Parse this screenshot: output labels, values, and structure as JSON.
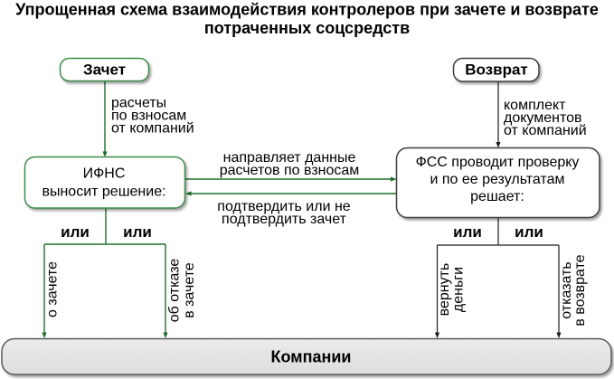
{
  "title": {
    "lines": [
      "Упрощенная схема взаимодействия контролеров при зачете и возврате",
      "потраченных соцсредств"
    ]
  },
  "colors": {
    "text": "#000000",
    "zachet_box_stroke": "#3d8c48",
    "zachet_line": "#1e6e2a",
    "vozvrat_box_stroke": "#3f3f3f",
    "vozvrat_line": "#1c1c1c",
    "companies_fill_top": "#ebebed",
    "companies_fill_bottom": "#dedee1",
    "companies_stroke": "#5a5a5a"
  },
  "nodes": {
    "zachet": {
      "label": "Зачет"
    },
    "vozvrat": {
      "label": "Возврат"
    },
    "ifns": {
      "lines": [
        "ИФНС",
        "выносит решение:"
      ]
    },
    "fss": {
      "lines": [
        "ФСС проводит проверку",
        "и по ее результатам",
        "решает:"
      ]
    },
    "companies": {
      "label": "Компании"
    }
  },
  "edges": {
    "zachet_to_ifns": {
      "label_lines": [
        "расчеты",
        "по взносам",
        "от компаний"
      ]
    },
    "vozvrat_to_fss": {
      "label_lines": [
        "комплект",
        "документов",
        "от компаний"
      ]
    },
    "ifns_to_fss": {
      "label_lines": [
        "направляет данные",
        "расчетов по взносам"
      ]
    },
    "fss_to_ifns": {
      "label_lines": [
        "подтвердить или не",
        "подтвердить зачет"
      ]
    }
  },
  "branches": {
    "ifns": {
      "or_labels": [
        "или",
        "или"
      ],
      "outcomes": [
        {
          "label_lines": [
            "о зачете"
          ]
        },
        {
          "label_lines": [
            "об отказе",
            "в зачете"
          ]
        }
      ]
    },
    "fss": {
      "or_labels": [
        "или",
        "или"
      ],
      "outcomes": [
        {
          "label_lines": [
            "вернуть",
            "деньги"
          ]
        },
        {
          "label_lines": [
            "отказать",
            "в возврате"
          ]
        }
      ]
    }
  }
}
